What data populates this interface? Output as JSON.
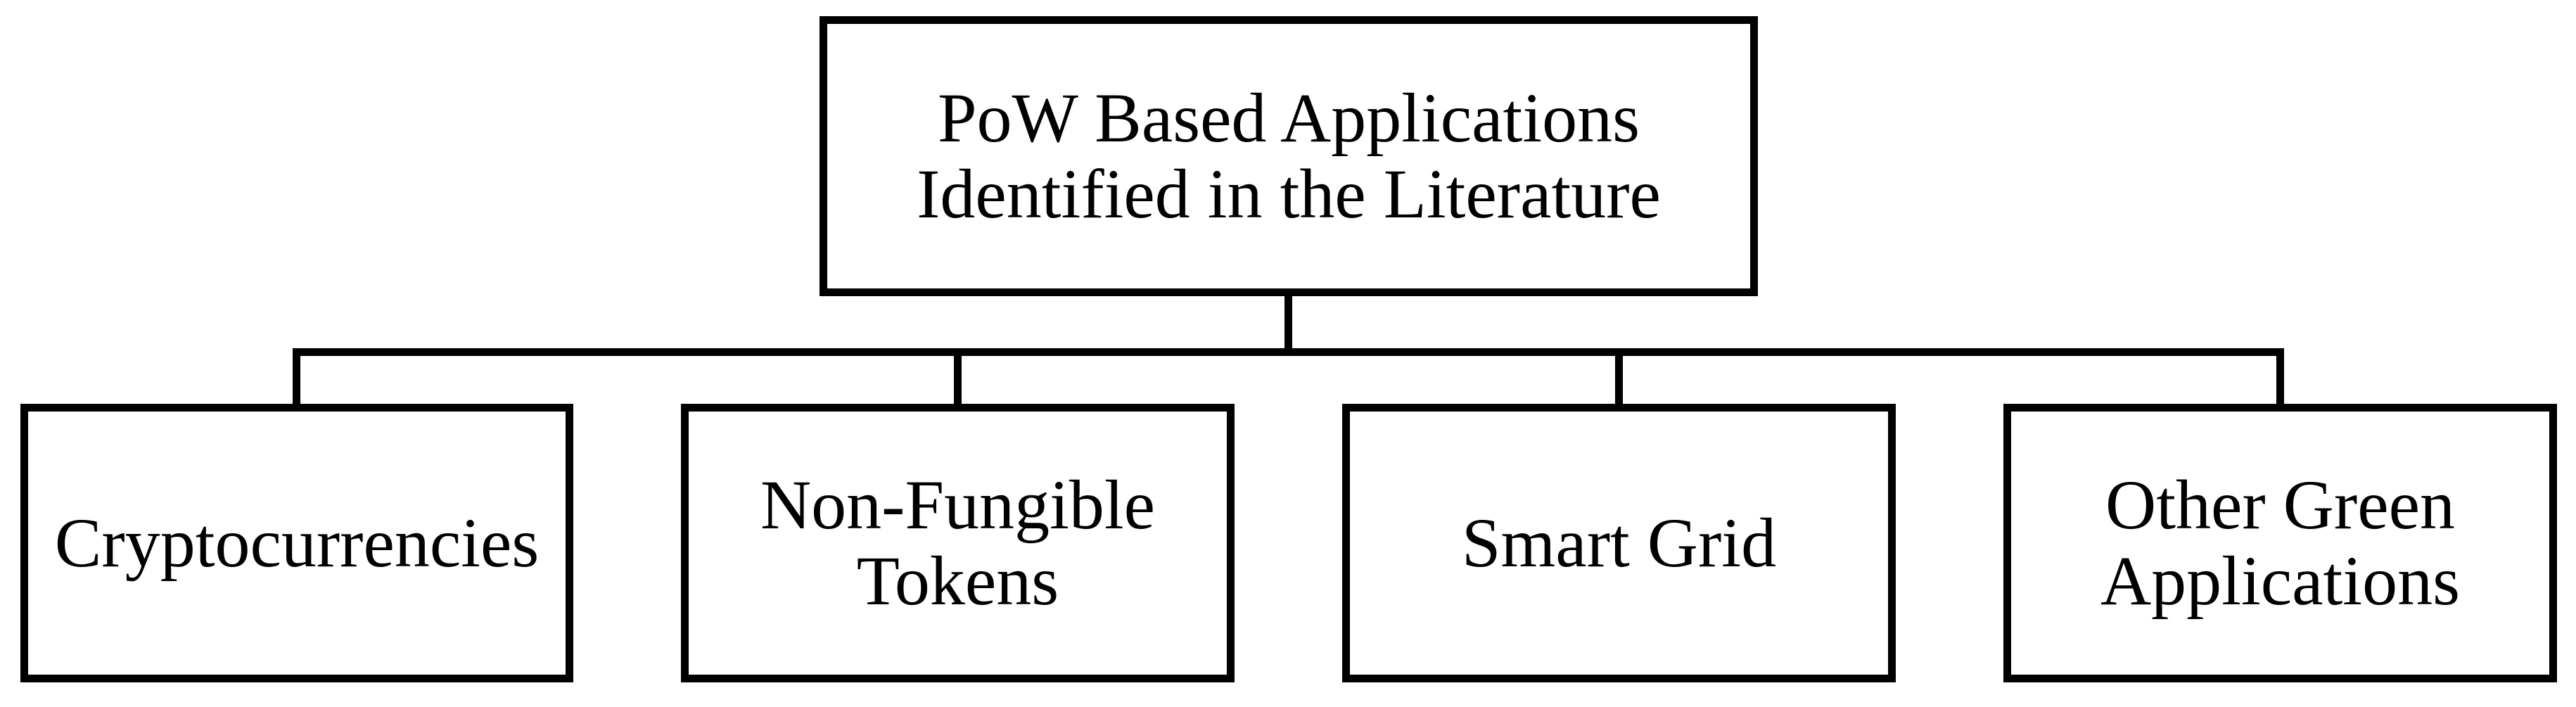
{
  "diagram": {
    "type": "tree",
    "background_color": "#ffffff",
    "line_color": "#000000",
    "box_fill_color": "#ffffff",
    "text_color": "#000000",
    "root": {
      "label": "PoW Based Applications Identified in the Literature"
    },
    "children": [
      {
        "label": "Cryptocurrencies"
      },
      {
        "label": "Non-Fungible Tokens"
      },
      {
        "label": "Smart Grid"
      },
      {
        "label": "Other Green Applications"
      }
    ]
  }
}
